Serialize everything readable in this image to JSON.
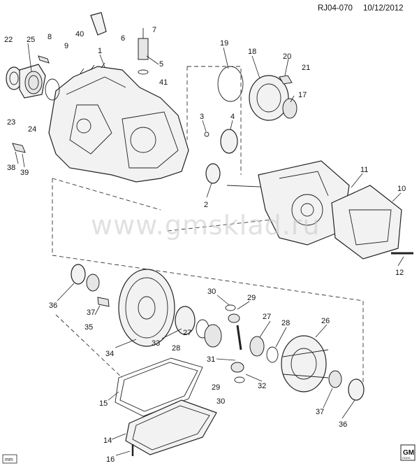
{
  "header": {
    "code": "RJ04-070",
    "date": "10/12/2012"
  },
  "watermark": "www.gmsklad.ru",
  "footer": {
    "unit_tag": "mm",
    "brand_top": "GM",
    "brand_bottom": "GDDS"
  },
  "callouts": [
    "1",
    "2",
    "3",
    "4",
    "5",
    "6",
    "7",
    "8",
    "9",
    "10",
    "11",
    "12",
    "14",
    "15",
    "16",
    "17",
    "18",
    "19",
    "20",
    "21",
    "22",
    "23",
    "24",
    "25",
    "26",
    "27",
    "27",
    "28",
    "28",
    "29",
    "29",
    "30",
    "30",
    "31",
    "32",
    "33",
    "34",
    "35",
    "36",
    "36",
    "37",
    "37",
    "38",
    "39",
    "40",
    "41"
  ],
  "colors": {
    "line": "#222222",
    "watermark": "#c9c9c9"
  }
}
